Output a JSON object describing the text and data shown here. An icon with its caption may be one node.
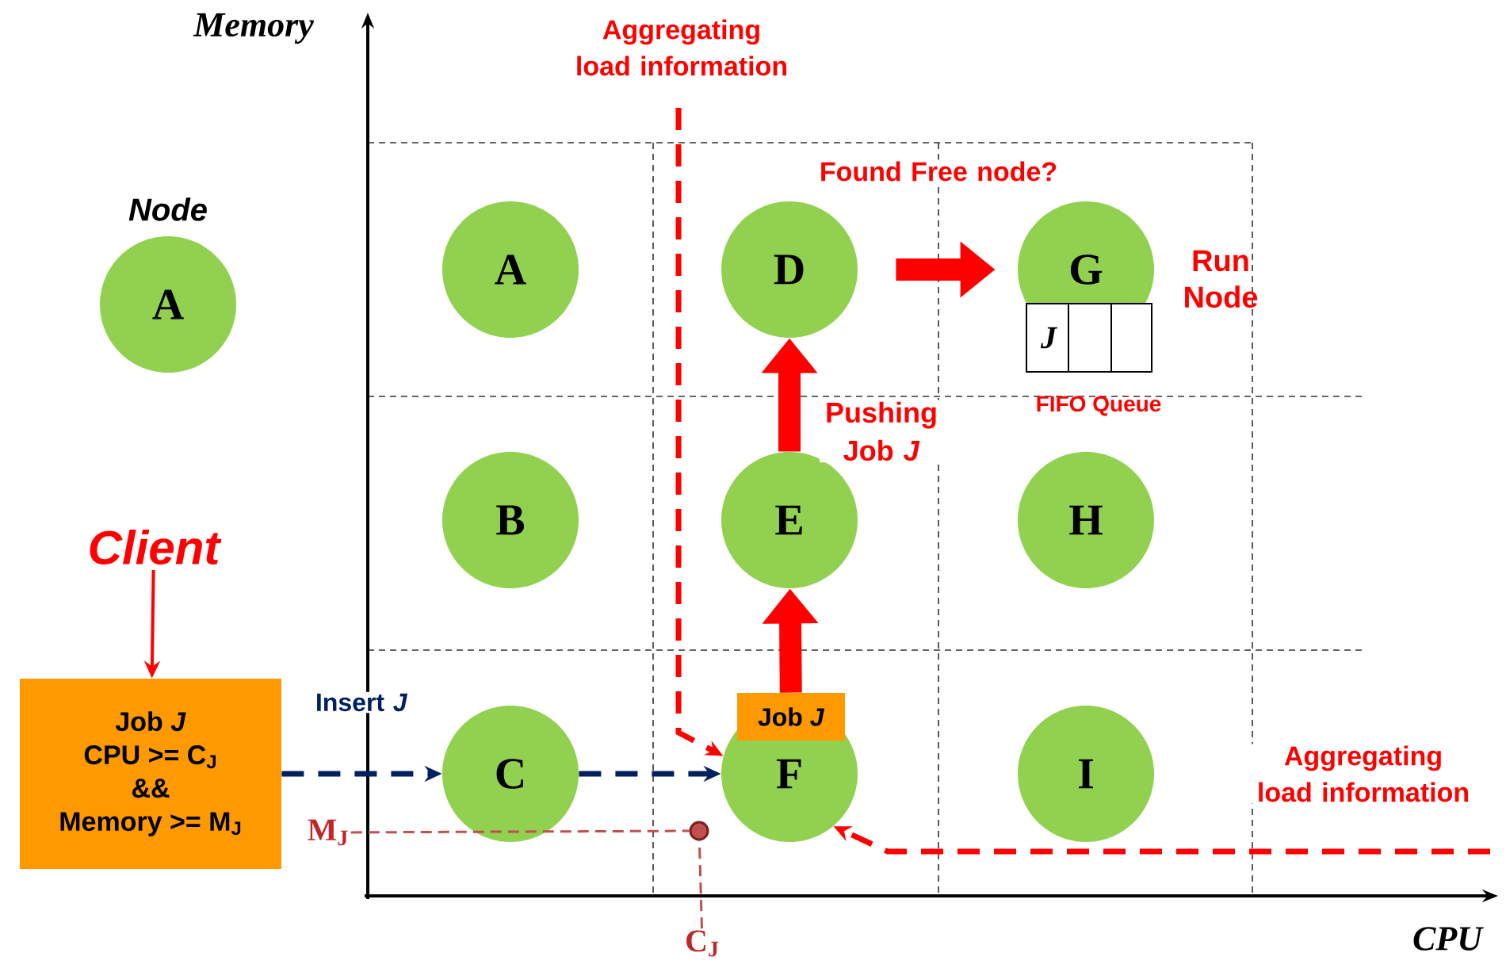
{
  "diagram": {
    "nodes": [
      {
        "text": [
          "Node",
          "A"
        ]
      },
      {
        "text": [
          "A"
        ]
      },
      {
        "text": [
          "D"
        ]
      },
      {
        "text": [
          "G"
        ],
        "beside": [
          "Run Node"
        ]
      },
      {
        "text": [
          "J"
        ],
        "beside": [
          "FIFO Queue"
        ]
      },
      {
        "text": [
          "B"
        ]
      },
      {
        "text": [
          "E"
        ]
      },
      {
        "text": [
          "H"
        ]
      },
      {
        "text": [
          "Client"
        ]
      },
      {
        "text": [
          "Job *J*",
          "CPU >= C$_{J}$",
          "&&",
          "Memory >= M$_{J}$"
        ]
      },
      {
        "text": [
          "C"
        ]
      },
      {
        "text": [
          "Job *J*"
        ]
      },
      {
        "text": [
          "F"
        ]
      },
      {
        "text": [
          "I"
        ]
      },
      {
        "text": [
          "M$_{J}$"
        ]
      },
      {
        "text": [],
        "shape": "circle"
      },
      {
        "text": [
          "C$_{J}$"
        ]
      }
    ],
    "edges": [
      {
        "from": 8,
        "to": 9,
        "arrow": "to"
      },
      {
        "from": 9,
        "to": 10,
        "arrow": "to",
        "style": "dashed",
        "color": "#002060",
        "label": "Insert *J*"
      },
      {
        "from": 10,
        "to": 12,
        "arrow": "to",
        "style": "dashed",
        "color": "#002060"
      },
      {
        "from": null,
        "to": 12,
        "arrow": "to",
        "style": "dashed",
        "label": "Aggregating load information"
      },
      {
        "from": null,
        "to": 12,
        "arrow": "to",
        "style": "dashed",
        "label": "Aggregating load information"
      },
      {
        "from": 11,
        "to": 6,
        "arrow": "to",
        "style": "thick"
      },
      {
        "from": 6,
        "to": 2,
        "arrow": "to",
        "style": "thick",
        "label": "Pushing Job *J*"
      },
      {
        "from": 2,
        "to": 3,
        "arrow": "to",
        "style": "thick",
        "label": "Found Free node?"
      },
      {
        "from": 14,
        "to": 15,
        "arrow": "none",
        "style": "dashed",
        "color": "#c0504d"
      },
      {
        "from": 16,
        "to": 15,
        "arrow": "none",
        "style": "dashed",
        "color": "#c0504d"
      }
    ],
    "labels": [
      "Memory",
      "CPU"
    ]
  }
}
